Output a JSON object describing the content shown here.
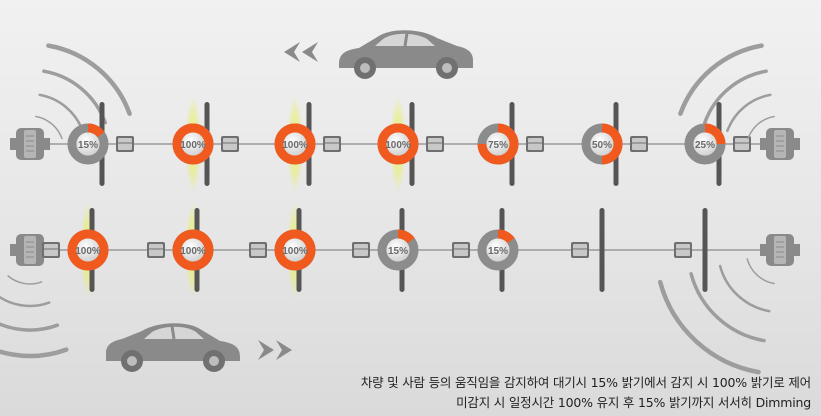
{
  "colors": {
    "accent": "#f05a1e",
    "ring_bg": "#8c8c8c",
    "pole": "#555555",
    "glow": "#e8ef6a",
    "line": "#9a9a9a",
    "car": "#8a8a8a",
    "wave": "#9d9d9d"
  },
  "rows": [
    {
      "name": "top-row",
      "direction": "left",
      "lamps": [
        {
          "label": "15%",
          "level": 15,
          "lit": false
        },
        {
          "label": "100%",
          "level": 100,
          "lit": true
        },
        {
          "label": "100%",
          "level": 100,
          "lit": true
        },
        {
          "label": "100%",
          "level": 100,
          "lit": true
        },
        {
          "label": "75%",
          "level": 75,
          "lit": false
        },
        {
          "label": "50%",
          "level": 50,
          "lit": false
        },
        {
          "label": "25%",
          "level": 25,
          "lit": false
        }
      ]
    },
    {
      "name": "bottom-row",
      "direction": "right",
      "lamps": [
        {
          "label": "100%",
          "level": 100,
          "lit": true
        },
        {
          "label": "100%",
          "level": 100,
          "lit": true
        },
        {
          "label": "100%",
          "level": 100,
          "lit": true
        },
        {
          "label": "15%",
          "level": 15,
          "lit": false
        },
        {
          "label": "15%",
          "level": 15,
          "lit": false
        },
        {
          "label": "",
          "level": 0,
          "lit": false,
          "pole_only": true
        },
        {
          "label": "",
          "level": 0,
          "lit": false,
          "pole_only": true
        }
      ]
    }
  ],
  "icons": {
    "car_top": "car-icon",
    "car_bottom": "car-icon",
    "arrow_top": "double-arrow-left-icon",
    "arrow_bottom": "double-arrow-right-icon",
    "sensor": "motion-sensor-icon",
    "controller": "controller-box-icon"
  },
  "caption": {
    "line1": "차량 및 사람 등의 움직임을 감지하여 대기시 15% 밝기에서 감지 시  100% 밝기로 제어",
    "line2": "미감지 시 일정시간 100% 유지 후 15% 밝기까지 서서히 Dimming"
  }
}
